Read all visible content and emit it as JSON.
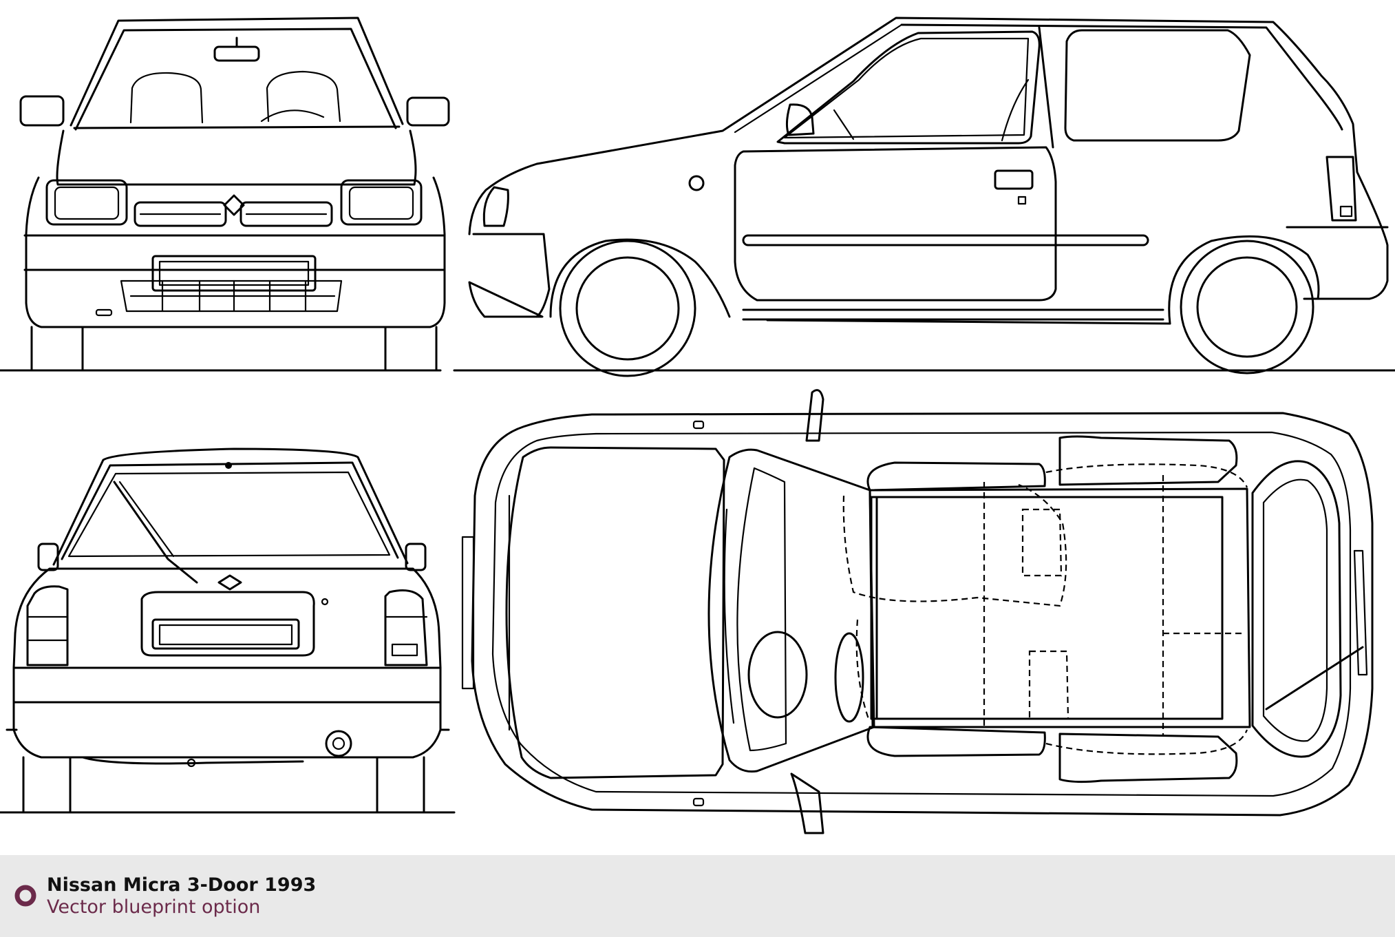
{
  "caption": {
    "title": "Nissan Micra 3-Door 1993",
    "subtitle": "Vector blueprint option"
  },
  "views": [
    "front-view",
    "side-view",
    "rear-view",
    "top-view"
  ],
  "colors": {
    "line": "#000000",
    "background": "#ffffff",
    "caption_bar": "#e9e9e9",
    "caption_accent": "#6b2a4a"
  },
  "icons": {
    "caption_bullet": "ring-icon"
  }
}
